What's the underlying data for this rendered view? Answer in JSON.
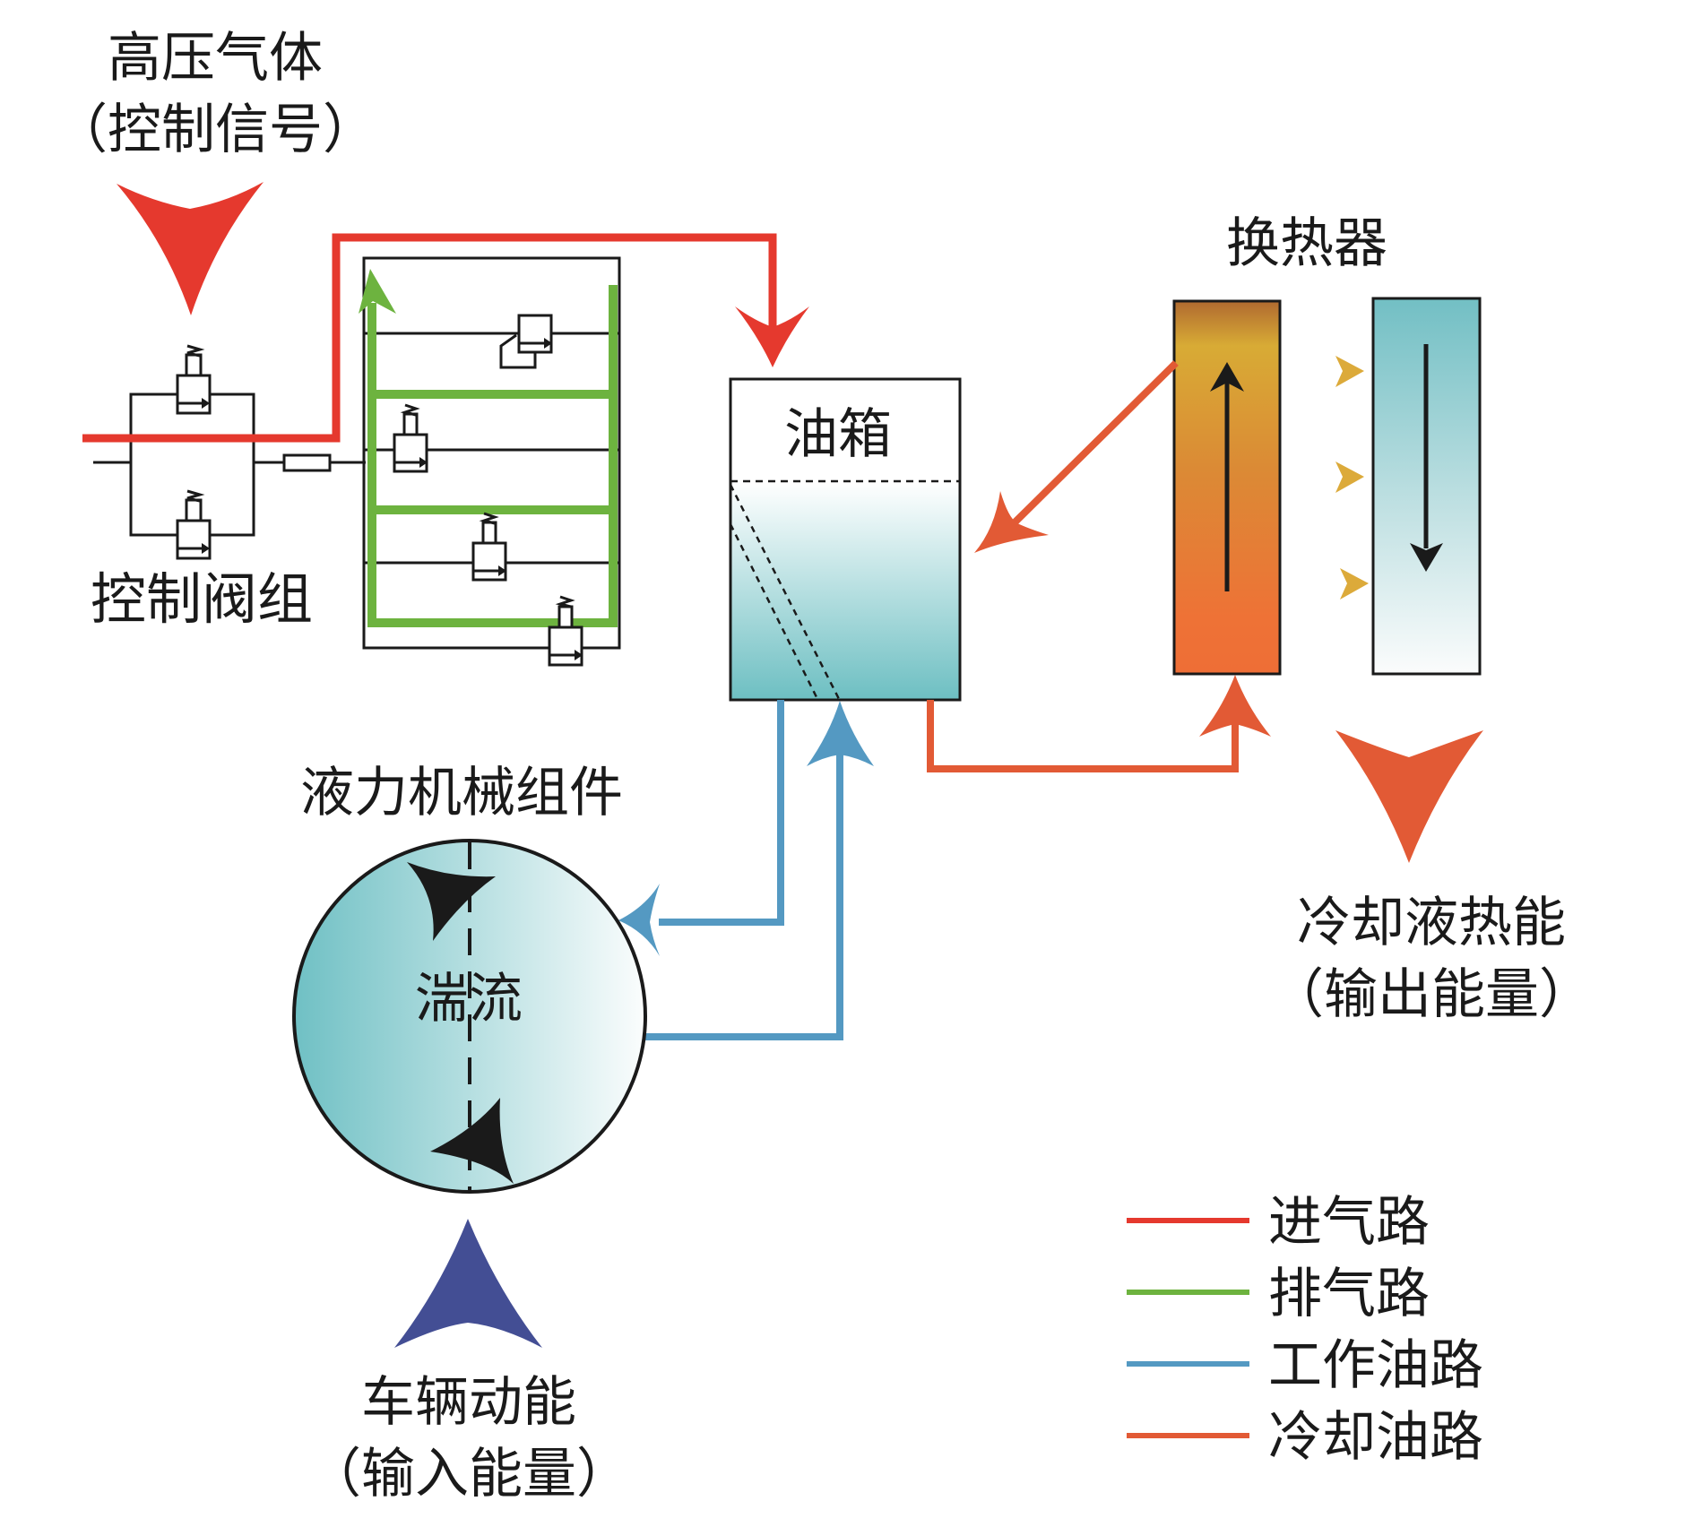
{
  "labels": {
    "gas_title": "高压气体",
    "gas_sub": "（控制信号）",
    "valve_group": "控制阀组",
    "oil_tank": "油箱",
    "heat_exchanger": "换热器",
    "hydro_component": "液力机械组件",
    "turbulence": "湍流",
    "vehicle_title": "车辆动能",
    "vehicle_sub": "（输入能量）",
    "coolant_title": "冷却液热能",
    "coolant_sub": "（输出能量）"
  },
  "legend": [
    {
      "label": "进气路",
      "color": "#e5392e"
    },
    {
      "label": "排气路",
      "color": "#6db33f"
    },
    {
      "label": "工作油路",
      "color": "#5499c2"
    },
    {
      "label": "冷却油路",
      "color": "#e25a35"
    }
  ],
  "colors": {
    "intake": "#e5392e",
    "exhaust": "#6db33f",
    "working_oil": "#5499c2",
    "cooling_oil": "#e25a35",
    "input_energy": "#434e94",
    "teal": "#72c0c4"
  }
}
